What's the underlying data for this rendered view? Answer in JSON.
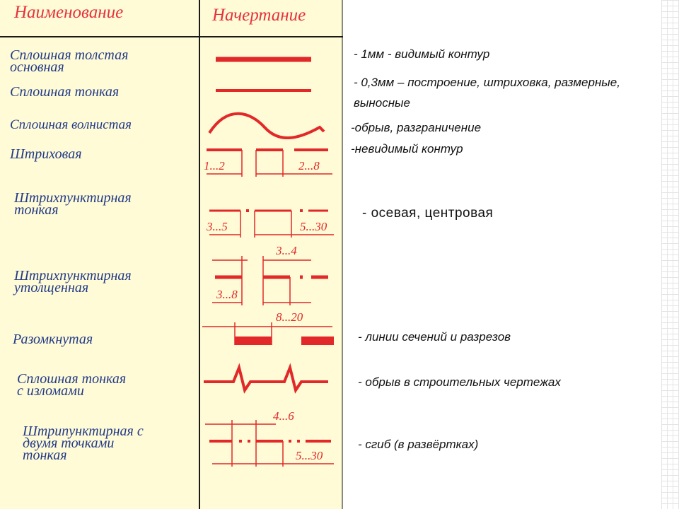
{
  "header": {
    "name_col": "Наименование",
    "style_col": "Начертание"
  },
  "rows": [
    {
      "name": "Сплошная толстая\nосновная"
    },
    {
      "name": "Сплошная тонкая"
    },
    {
      "name": "Сплошная волнистая"
    },
    {
      "name": "Штриховая"
    },
    {
      "name": "Штрихпунктирная\nтонкая"
    },
    {
      "name": "Штрихпунктирная\nутолщенная"
    },
    {
      "name": "Разомкнутая"
    },
    {
      "name": "Сплошная тонкая\nс изломами"
    },
    {
      "name": "Штрипунктирная с\nдвумя точками\nтонкая"
    }
  ],
  "dimensions": {
    "dashed_dash": "2...8",
    "dashed_gap": "1...2",
    "thin_gap": "3...5",
    "thin_dash": "5...30",
    "thick_gap": "3...4",
    "thick_dash": "3...8",
    "open_len": "8...20",
    "two_dot_gap": "4...6",
    "two_dot_dash": "5...30"
  },
  "notes": [
    "- 1мм  - видимый контур",
    "- 0,3мм – построение, штриховка, размерные, выносные",
    "-обрыв, разграничение",
    "-невидимый контур",
    "- осевая, центровая",
    "- линии сечений и разрезов",
    "- обрыв в строительных чертежах",
    "- сгиб  (в развёртках)"
  ],
  "colors": {
    "line": "#e22828",
    "header_text": "#e6323c",
    "name_text": "#233a88",
    "panel_bg": "#fefbd6"
  }
}
